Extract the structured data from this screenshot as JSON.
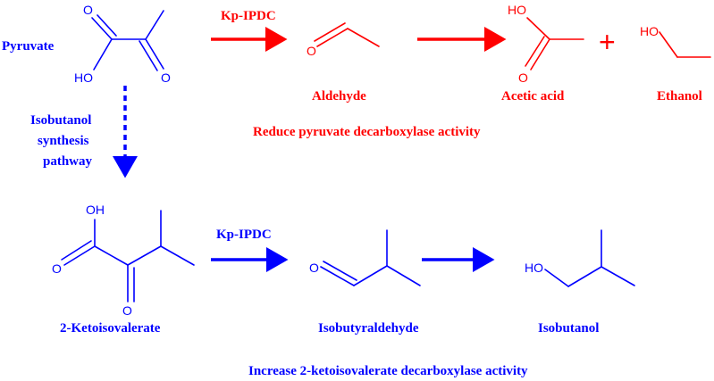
{
  "colors": {
    "red": "#ff0000",
    "blue": "#0000ff"
  },
  "compounds": {
    "pyruvate": "Pyruvate",
    "aldehyde": "Aldehyde",
    "acetic_acid": "Acetic acid",
    "ethanol": "Ethanol",
    "ketoisovalerate": "2-Ketoisovalerate",
    "isobutyraldehyde": "Isobutyraldehyde",
    "isobutanol": "Isobutanol"
  },
  "enzymes": {
    "top": "Kp-IPDC",
    "bottom": "Kp-IPDC"
  },
  "pathway_label": [
    "Isobutanol",
    "synthesis",
    "pathway"
  ],
  "notes": {
    "reduce": "Reduce pyruvate decarboxylase activity",
    "increase": "Increase 2-ketoisovalerate decarboxylase activity"
  },
  "plus_sign": "+",
  "atoms": {
    "oxygen": "O",
    "hydroxyl": "HO",
    "hydroxyl_alt": "OH"
  }
}
